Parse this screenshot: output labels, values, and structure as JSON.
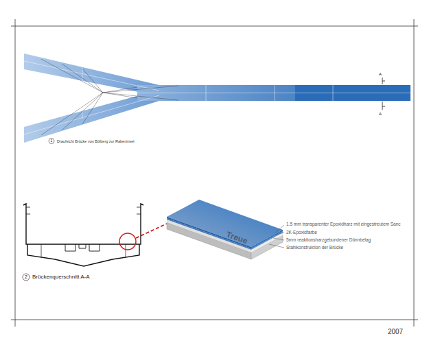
{
  "diagram": {
    "labels": [
      "A",
      "A",
      "1",
      "Draufsicht Brücke von Bölberg zur Rabeninsel",
      "2",
      "Brückenquerschnitt A-A",
      "Treue",
      "1.5 mm transparenter Epoxidharz mit eingestreutem Sanc",
      "2K-Epoxidfarbe",
      "5mm reaktionsharzgebundener Dünnbelag",
      "Stahlkonstruktion der Brücke",
      "2007"
    ]
  }
}
